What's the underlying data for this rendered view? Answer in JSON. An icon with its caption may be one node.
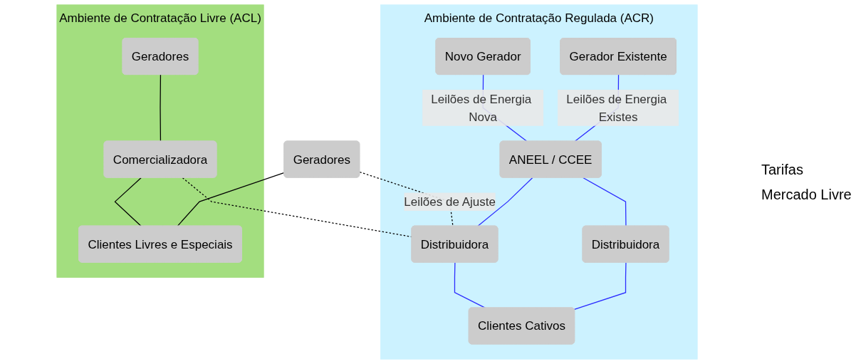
{
  "diagram": {
    "nodes": [
      {
        "text": [
          "Ambiente de Contratação Regulada (ACR)"
        ]
      },
      {
        "text": [
          "Gerador Existente"
        ],
        "in": 0
      },
      {
        "text": [
          "Novo Gerador"
        ],
        "in": 0
      },
      {
        "text": [
          "ANEEL / CCEE"
        ],
        "in": 0
      },
      {
        "text": [
          "Distribuidora"
        ],
        "in": 0
      },
      {
        "text": [
          "Distribuidora"
        ],
        "in": 0
      },
      {
        "text": [
          "Clientes Cativos"
        ],
        "in": 0
      },
      {
        "text": [
          "Ambiente de Contratação Livre (ACL)"
        ]
      },
      {
        "text": [
          "Geradores"
        ]
      },
      {
        "text": [
          "Geradores"
        ],
        "in": 7
      },
      {
        "text": [
          "Comercializadora"
        ],
        "in": 7
      },
      {
        "text": [
          "Clientes Livres e Especiais"
        ],
        "in": 7
      }
    ],
    "edges": [
      {
        "from": 1,
        "to": 3,
        "arrow": "none",
        "label": "Leilões de Energia Existes"
      },
      {
        "from": 2,
        "to": 3,
        "arrow": "none",
        "label": "Leilões de Energia Nova"
      },
      {
        "from": 3,
        "to": 4,
        "arrow": "none"
      },
      {
        "from": 3,
        "to": 5,
        "arrow": "none"
      },
      {
        "from": 4,
        "to": 6,
        "arrow": "none"
      },
      {
        "from": 5,
        "to": 6,
        "arrow": "none"
      },
      {
        "from": 8,
        "to": 11,
        "arrow": "none",
        "color": "#000000"
      },
      {
        "from": 9,
        "to": 10,
        "arrow": "none",
        "color": "#000000"
      },
      {
        "from": 10,
        "to": 11,
        "arrow": "none",
        "color": "#000000"
      },
      {
        "from": 8,
        "to": 5,
        "arrow": "none",
        "style": "dashed",
        "color": "#000000",
        "label": "Leilões de Ajuste"
      },
      {
        "from": 10,
        "to": 5,
        "arrow": "none",
        "style": "dashed",
        "color": "#000000"
      }
    ],
    "labels": [
      "Tarifas",
      "Mercado Livre"
    ]
  }
}
